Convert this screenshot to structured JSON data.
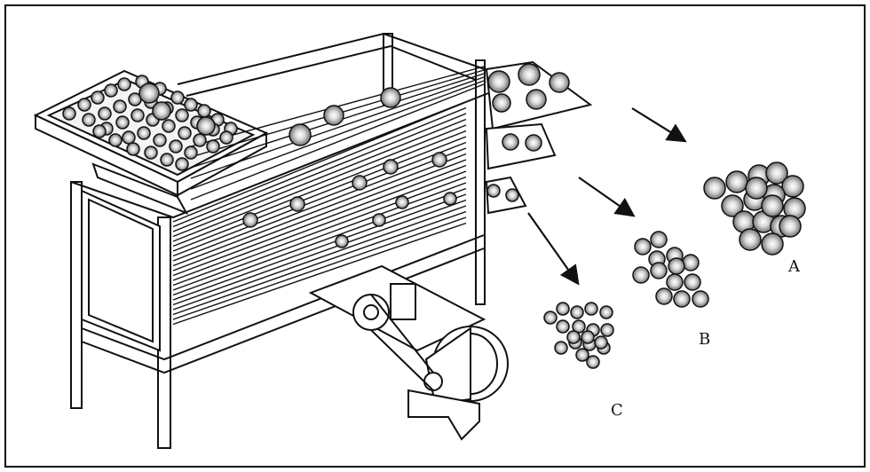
{
  "diagram": {
    "labels": {
      "a": "A",
      "b": "B",
      "c": "C"
    },
    "groups": [
      {
        "label_key": "a",
        "size_class": "large"
      },
      {
        "label_key": "b",
        "size_class": "medium"
      },
      {
        "label_key": "c",
        "size_class": "small"
      }
    ],
    "colors": {
      "line": "#111111",
      "background": "#ffffff",
      "ball_shade": "#888888"
    }
  }
}
